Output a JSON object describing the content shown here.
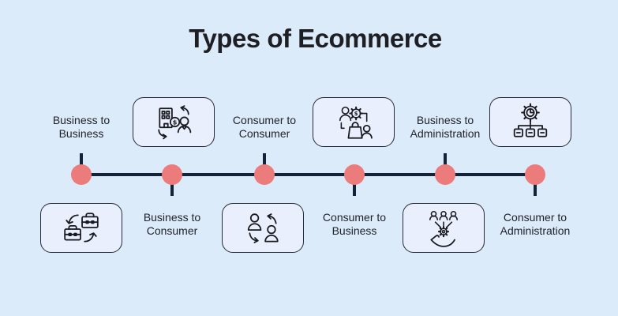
{
  "title": "Types of Ecommerce",
  "glyphs": {
    "dollar": "$"
  },
  "colors": {
    "background": "#dcebfa",
    "box_fill": "#e9effc",
    "box_border": "#242a39",
    "timeline_line": "#14223a",
    "timeline_dot": "#ec7b7b",
    "text": "#20232b",
    "icon_stroke": "#191920"
  },
  "timeline": {
    "dot_count": 6,
    "orientation": "horizontal"
  },
  "items": [
    {
      "label": "Business to Business",
      "icon": "b2b-briefcase-exchange-icon",
      "label_position": "top",
      "icon_position": "bottom"
    },
    {
      "label": "Business to Consumer",
      "icon": "b2c-building-person-icon",
      "label_position": "bottom",
      "icon_position": "top"
    },
    {
      "label": "Consumer to Consumer",
      "icon": "c2c-people-exchange-icon",
      "label_position": "top",
      "icon_position": "bottom"
    },
    {
      "label": "Consumer to Business",
      "icon": "c2b-bag-gear-person-icon",
      "label_position": "bottom",
      "icon_position": "top"
    },
    {
      "label": "Business to Administration",
      "icon": "b2a-people-gear-hand-icon",
      "label_position": "top",
      "icon_position": "bottom"
    },
    {
      "label": "Consumer to Administration",
      "icon": "c2a-gear-hierarchy-icon",
      "label_position": "bottom",
      "icon_position": "top"
    }
  ]
}
